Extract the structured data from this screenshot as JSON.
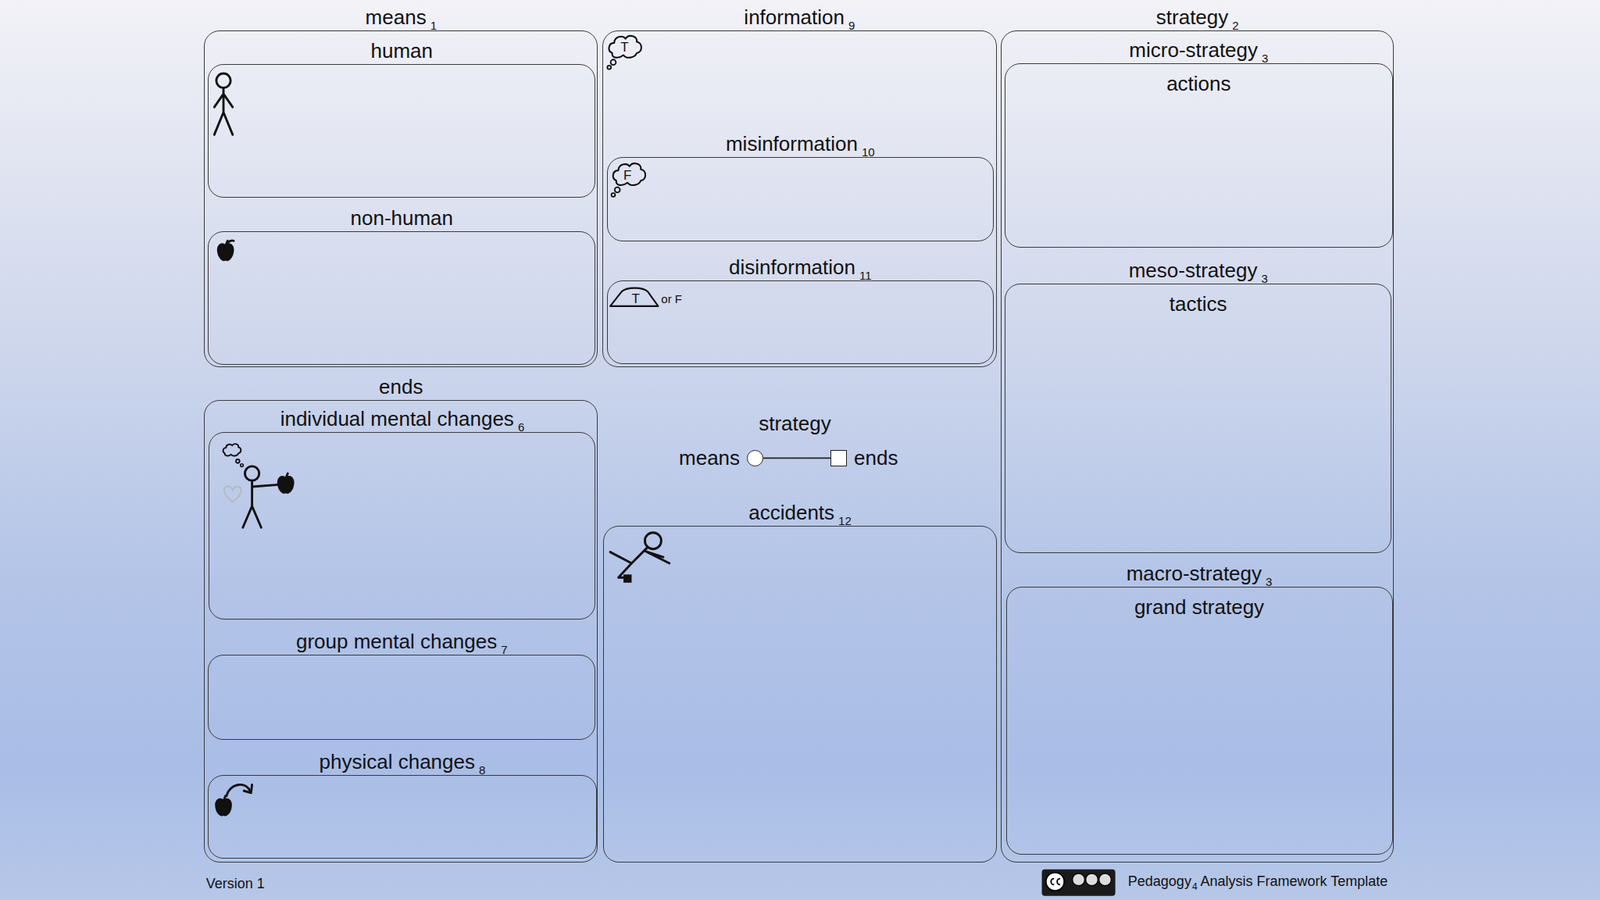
{
  "diagram": {
    "nodes": [
      {
        "text": [
          "means",
          "1"
        ]
      },
      {
        "text": [
          "human"
        ],
        "in": 0
      },
      {
        "text": [
          "non-human"
        ],
        "in": 0
      },
      {
        "text": [
          "information",
          "9"
        ]
      },
      {
        "text": [
          "misinformation",
          "10"
        ],
        "in": 3
      },
      {
        "text": [
          "disinformation",
          "11"
        ],
        "in": 3
      },
      {
        "text": [
          "strategy",
          "2"
        ]
      },
      {
        "text": [
          "micro-strategy",
          "3",
          "actions"
        ],
        "in": 6
      },
      {
        "text": [
          "meso-strategy",
          "3",
          "tactics"
        ],
        "in": 6
      },
      {
        "text": [
          "macro-strategy",
          "3",
          "grand strategy"
        ],
        "in": 6
      },
      {
        "text": [
          "ends"
        ]
      },
      {
        "text": [
          "individual mental changes",
          "6"
        ],
        "in": 10
      },
      {
        "text": [
          "group mental changes",
          "7"
        ],
        "in": 10
      },
      {
        "text": [
          "physical changes",
          "8"
        ],
        "in": 10
      },
      {
        "text": [
          "accidents",
          "12"
        ]
      },
      {
        "text": [
          "means"
        ]
      },
      {
        "text": [
          "ends"
        ]
      }
    ],
    "edges": [
      {
        "from": 15,
        "to": 16,
        "arrow": "none"
      }
    ],
    "labels": [
      "T",
      "F",
      "T",
      "or F",
      "strategy",
      "Version 1",
      "Pedagogy",
      "4",
      "Analysis Framework Template"
    ]
  }
}
